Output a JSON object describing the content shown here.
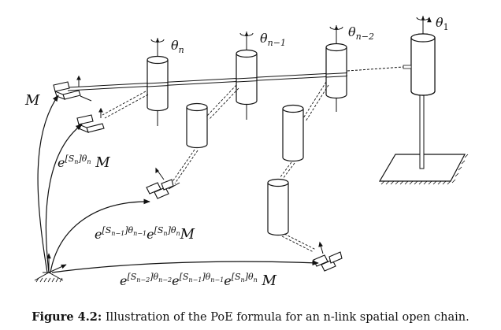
{
  "joint_labels": {
    "theta_n": "θn",
    "theta_n_minus_1": "θn−1",
    "theta_n_minus_2": "θn−2",
    "theta_1": "θ1"
  },
  "frame_labels": {
    "M": "M",
    "e_Sn_M": "e[Sn]θn M",
    "e_Sn1_e_Sn_M": "e[Sn−1]θn−1e[Sn]θnM",
    "e_Sn2_e_Sn1_e_Sn_M": "e[Sn−2]θn−2e[Sn−1]θn−1e[Sn]θn M"
  },
  "caption": {
    "label": "Figure 4.2:",
    "text": "Illustration of the PoE formula for an n-link spatial open chain."
  }
}
